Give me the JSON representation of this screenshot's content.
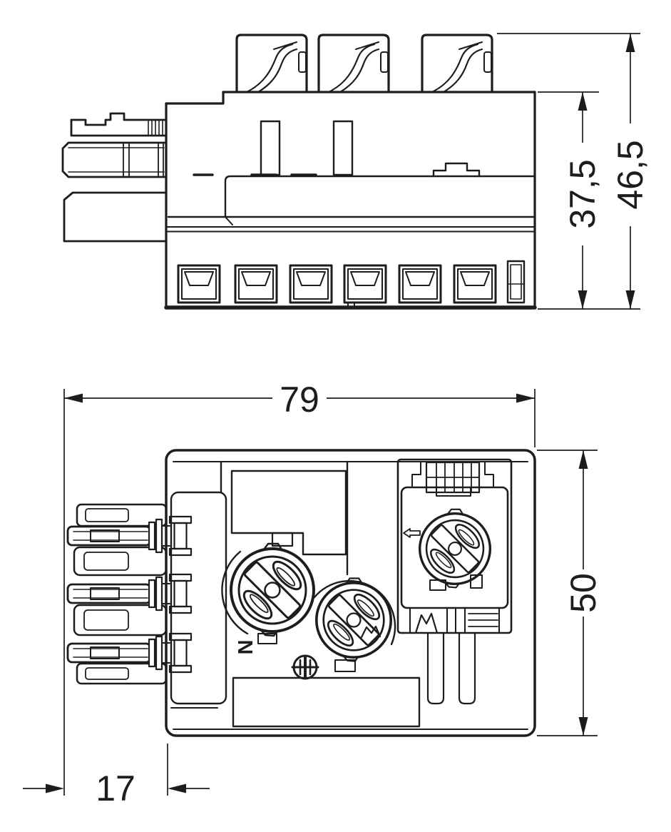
{
  "drawing": {
    "kind": "technical-dimension-drawing",
    "background_color": "#ffffff",
    "line_color": "#1d1d1b",
    "views": [
      {
        "id": "side-view",
        "description": "side elevation: three top sockets, side latch and plug contacts, six bottom terminal openings"
      },
      {
        "id": "underside-view",
        "description": "underside view: three blade contacts left, three rotary coding knobs, neutral marking, earth symbol, label field"
      }
    ],
    "icons": [
      "protective-earth-icon",
      "direction-arrow-icon"
    ]
  },
  "dims": {
    "overall_width": "79",
    "overall_height": "50",
    "contact_length": "17",
    "body_height": "37,5",
    "total_height": "46,5"
  },
  "markings": {
    "neutral": "N"
  }
}
